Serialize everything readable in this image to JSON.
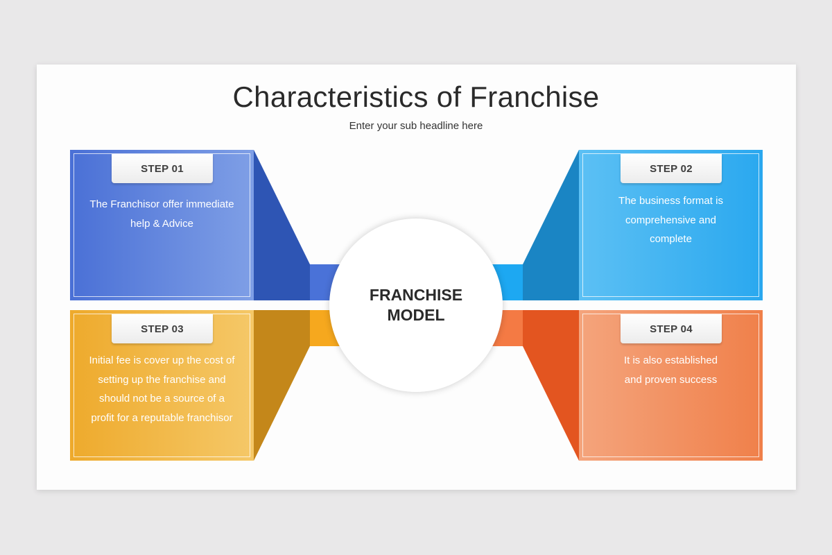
{
  "title": "Characteristics of Franchise",
  "subtitle": "Enter your sub headline here",
  "center": {
    "line1": "FRANCHISE",
    "line2": "MODEL"
  },
  "steps": [
    {
      "label": "STEP 01",
      "lines": [
        "The Franchisor offer immediate",
        "help & Advice"
      ],
      "color": "#4a72d8"
    },
    {
      "label": "STEP 02",
      "lines": [
        "The business format is",
        "comprehensive  and",
        "complete"
      ],
      "color": "#26a6ee"
    },
    {
      "label": "STEP 03",
      "lines": [
        "Initial fee is cover up the cost of",
        "setting up the franchise and",
        "should not be a source of a",
        "profit for a reputable franchisor"
      ],
      "color": "#f0ac2c"
    },
    {
      "label": "STEP 04",
      "lines": [
        "It is also established",
        "and proven success"
      ],
      "color": "#f07c4c"
    }
  ]
}
